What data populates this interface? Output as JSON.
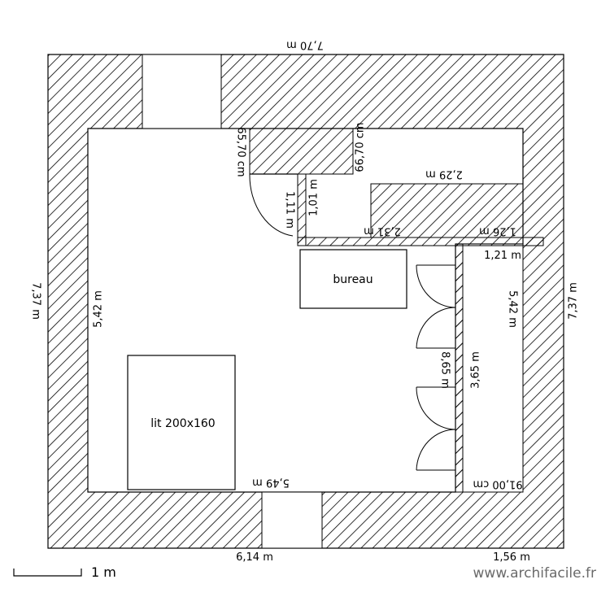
{
  "plan": {
    "dimensions": {
      "top_width": "7,70 m",
      "left_height": "7,37 m",
      "right_height": "7,37 m",
      "room_left_height": "5,42 m",
      "closet_right_height": "5,42 m",
      "bottom_left": "6,14 m",
      "bottom_right": "1,56 m",
      "room_bottom_width": "5,49 m",
      "niche_left": "65,70 cm",
      "niche_right": "66,70 cm",
      "door_width": "1,11 m",
      "entry_width": "1,01 m",
      "upper_right_width": "2,29 m",
      "wall_strip_a": "2,31 m",
      "wall_strip_b": "1,26 m",
      "closet_width": "1,21 m",
      "wardrobe_length": "3,65 m",
      "wardrobe_span": "8,65 m",
      "closet_bottom": "91,00 cm"
    },
    "labels": {
      "desk": "bureau",
      "bed": "lit 200x160"
    },
    "scale_label": "1 m"
  },
  "brand": "www.archifacile.fr",
  "colors": {
    "line": "#000000",
    "hatch": "#000000",
    "background": "#ffffff",
    "brand": "#6a6a6a"
  }
}
